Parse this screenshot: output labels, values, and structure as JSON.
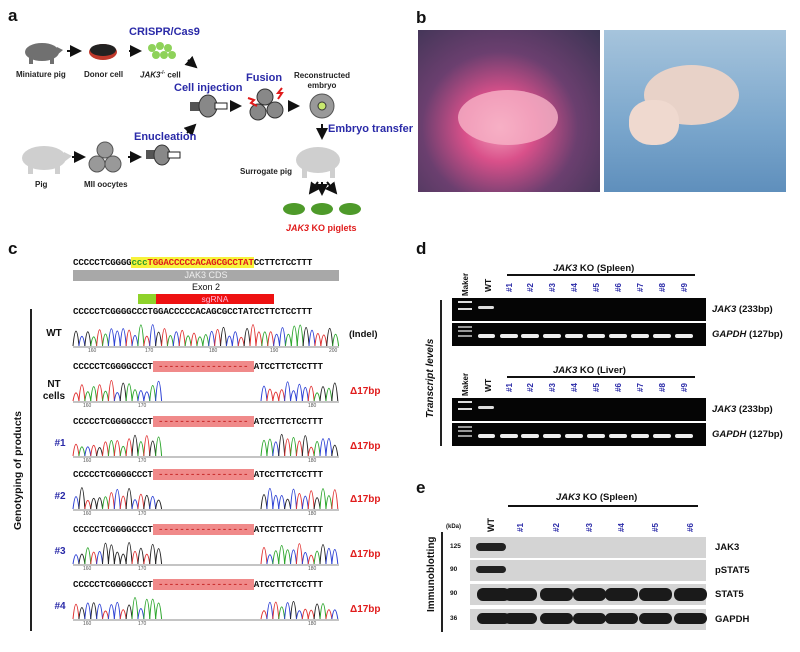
{
  "panel_a": {
    "label": "a",
    "miniature_pig": "Miniature pig",
    "donor_cell": "Donor cell",
    "crispr": "CRISPR/Cas9",
    "jak3_cell": "JAK3",
    "jak3_cell_sup": "-/-",
    "jak3_cell_suffix": " cell",
    "cell_injection": "Cell injection",
    "fusion": "Fusion",
    "reconstructed_embryo": "Reconstructed embryo",
    "embryo_transfer": "Embryo transfer",
    "enucleation": "Enucleation",
    "pig": "Pig",
    "mii_oocytes": "MII oocytes",
    "surrogate_pig": "Surrogate pig",
    "piglets_gene": "JAK3",
    "piglets_suffix": " KO piglets",
    "colors": {
      "green": "#4e9a2a",
      "blue": "#2a2aa8",
      "red": "#e01b1b"
    }
  },
  "panel_b": {
    "label": "b"
  },
  "panel_c": {
    "label": "c",
    "ref_prefix": "CCCCCTCGGGG",
    "ref_pam": "ccc",
    "ref_target": "TGGACCCCCACAGCGCCTAT",
    "ref_suffix": "CCTTCTCCTTT",
    "cds_label": "JAK3 CDS",
    "exon_label": "Exon 2",
    "sgrna_label": "sgRNA",
    "y_axis_label": "Genotyping of products",
    "indel_header": "(Indel)",
    "rows": [
      {
        "name": "WT",
        "seq_left": "CCCCCTCGGGGCCCTGGACCCCCACAGCGCCTATCCTTCTCCTTT",
        "seq_right": "",
        "ticks": [
          "160",
          "170",
          "180",
          "190",
          "200"
        ],
        "indel": ""
      },
      {
        "name": "NT cells",
        "seq_left": "CCCCCTCGGGGCCCT",
        "seq_right": "ATCCTTCTCCTTT",
        "ticks": [
          "160",
          "170",
          "180"
        ],
        "indel": "Δ17bp"
      },
      {
        "name": "#1",
        "seq_left": "CCCCCTCGGGGCCCT",
        "seq_right": "ATCCTTCTCCTTT",
        "ticks": [
          "160",
          "170",
          "180"
        ],
        "indel": "Δ17bp"
      },
      {
        "name": "#2",
        "seq_left": "CCCCCTCGGGGCCCT",
        "seq_right": "ATCCTTCTCCTTT",
        "ticks": [
          "160",
          "170",
          "180"
        ],
        "indel": "Δ17bp"
      },
      {
        "name": "#3",
        "seq_left": "CCCCCTCGGGGCCCT",
        "seq_right": "ATCCTTCTCCTTT",
        "ticks": [
          "160",
          "170",
          "180"
        ],
        "indel": "Δ17bp"
      },
      {
        "name": "#4",
        "seq_left": "CCCCCTCGGGGCCCT",
        "seq_right": "ATCCTTCTCCTTT",
        "ticks": [
          "160",
          "170",
          "180"
        ],
        "indel": "Δ17bp"
      }
    ],
    "deletion_dashes": "-----------------"
  },
  "panel_d": {
    "label": "d",
    "y_axis_label": "Transcript levels",
    "marker": "Maker",
    "wt": "WT",
    "gene": "JAK3",
    "spleen_suffix": " KO (Spleen)",
    "liver_suffix": " KO (Liver)",
    "lanes": [
      "#1",
      "#2",
      "#3",
      "#4",
      "#5",
      "#6",
      "#7",
      "#8",
      "#9"
    ],
    "jak3_band_gene": "JAK3",
    "jak3_band_size": " (233bp)",
    "gapdh_band_gene": "GAPDH",
    "gapdh_band_size": " (127bp)"
  },
  "panel_e": {
    "label": "e",
    "y_axis_label": "Immunoblotting",
    "kda": "(kDa)",
    "wt": "WT",
    "gene": "JAK3",
    "spleen_suffix": " KO (Spleen)",
    "lanes": [
      "#1",
      "#2",
      "#3",
      "#4",
      "#5",
      "#6"
    ],
    "blots": [
      {
        "name": "JAK3",
        "mw": "125"
      },
      {
        "name": "pSTAT5",
        "mw": "90"
      },
      {
        "name": "STAT5",
        "mw": "90"
      },
      {
        "name": "GAPDH",
        "mw": "36"
      }
    ]
  }
}
